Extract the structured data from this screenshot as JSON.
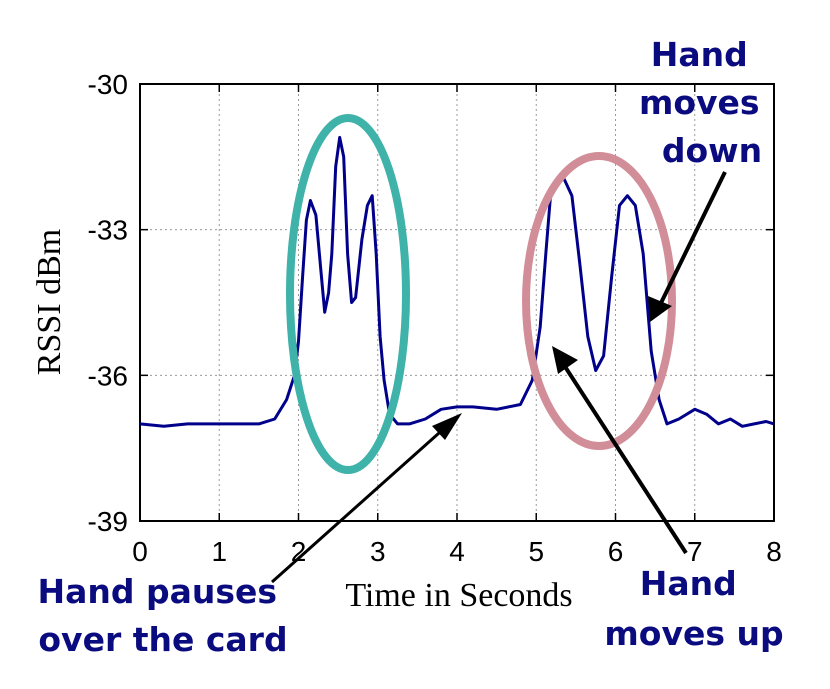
{
  "chart_data": {
    "type": "line",
    "title": "",
    "xlabel": "Time in Seconds",
    "ylabel": "RSSI dBm",
    "xlim": [
      0,
      8
    ],
    "ylim": [
      -39,
      -30
    ],
    "xticks": [
      0,
      1,
      2,
      3,
      4,
      5,
      6,
      7,
      8
    ],
    "yticks": [
      -30,
      -33,
      -36,
      -39
    ],
    "grid": true,
    "line_color": "#00008b",
    "series": [
      {
        "x": [
          0,
          0.3,
          0.6,
          0.9,
          1.2,
          1.5,
          1.7,
          1.85,
          1.95,
          2.0,
          2.05,
          2.1,
          2.15,
          2.22,
          2.28,
          2.33,
          2.38,
          2.42,
          2.47,
          2.52,
          2.57,
          2.62,
          2.67,
          2.72,
          2.8,
          2.87,
          2.93,
          2.98,
          3.03,
          3.08,
          3.15,
          3.25,
          3.4,
          3.6,
          3.8,
          4.0,
          4.2,
          4.5,
          4.8,
          4.95,
          5.05,
          5.12,
          5.18,
          5.25,
          5.35,
          5.45,
          5.55,
          5.65,
          5.75,
          5.85,
          5.95,
          6.05,
          6.15,
          6.25,
          6.35,
          6.45,
          6.55,
          6.65,
          6.8,
          7.0,
          7.15,
          7.3,
          7.45,
          7.6,
          7.75,
          7.9,
          8.0
        ],
        "y": [
          -37.0,
          -37.05,
          -37.0,
          -37.0,
          -37.0,
          -37.0,
          -36.9,
          -36.5,
          -36.0,
          -35.3,
          -34.0,
          -32.8,
          -32.4,
          -32.7,
          -33.8,
          -34.7,
          -34.3,
          -33.5,
          -31.7,
          -31.1,
          -31.5,
          -33.5,
          -34.5,
          -34.4,
          -33.2,
          -32.5,
          -32.3,
          -33.5,
          -35.2,
          -36.1,
          -36.8,
          -37.0,
          -37.0,
          -36.9,
          -36.7,
          -36.65,
          -36.65,
          -36.7,
          -36.6,
          -36.1,
          -35.0,
          -33.5,
          -32.3,
          -32.0,
          -31.95,
          -32.3,
          -33.7,
          -35.2,
          -35.9,
          -35.6,
          -34.0,
          -32.5,
          -32.3,
          -32.5,
          -33.5,
          -35.5,
          -36.5,
          -37.0,
          -36.9,
          -36.7,
          -36.8,
          -37.0,
          -36.9,
          -37.05,
          -37.0,
          -36.95,
          -37.0
        ]
      }
    ],
    "annotations": [
      {
        "id": "up",
        "lines": [
          "Hand",
          "moves up"
        ]
      },
      {
        "id": "down",
        "lines": [
          "Hand",
          "moves",
          "down"
        ]
      },
      {
        "id": "pause",
        "lines": [
          "Hand pauses",
          "over the card"
        ]
      }
    ],
    "ellipse_colors": {
      "teal": "#3fb3a9",
      "pink": "#d28e98"
    }
  }
}
